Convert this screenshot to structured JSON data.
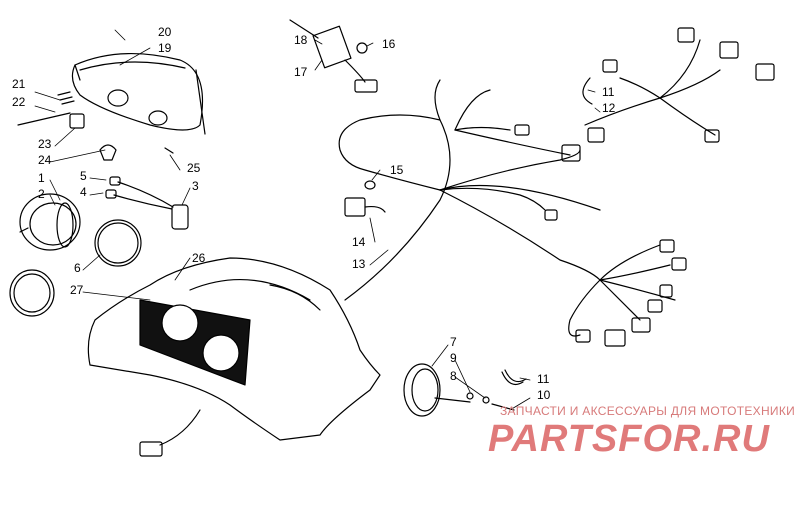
{
  "callouts": [
    "20",
    "19",
    "21",
    "22",
    "23",
    "24",
    "25",
    "1",
    "2",
    "5",
    "4",
    "3",
    "6",
    "27",
    "26",
    "18",
    "17",
    "16",
    "11",
    "12",
    "15",
    "14",
    "13",
    "7",
    "9",
    "8",
    "11",
    "10"
  ],
  "watermark": {
    "subtitle": "ЗАПЧАСТИ И АКСЕССУАРЫ ДЛЯ МОТОТЕХНИКИ",
    "brand": "PARTSFOR.RU"
  },
  "colors": {
    "line": "#000000",
    "watermark": "#e07a7a"
  }
}
